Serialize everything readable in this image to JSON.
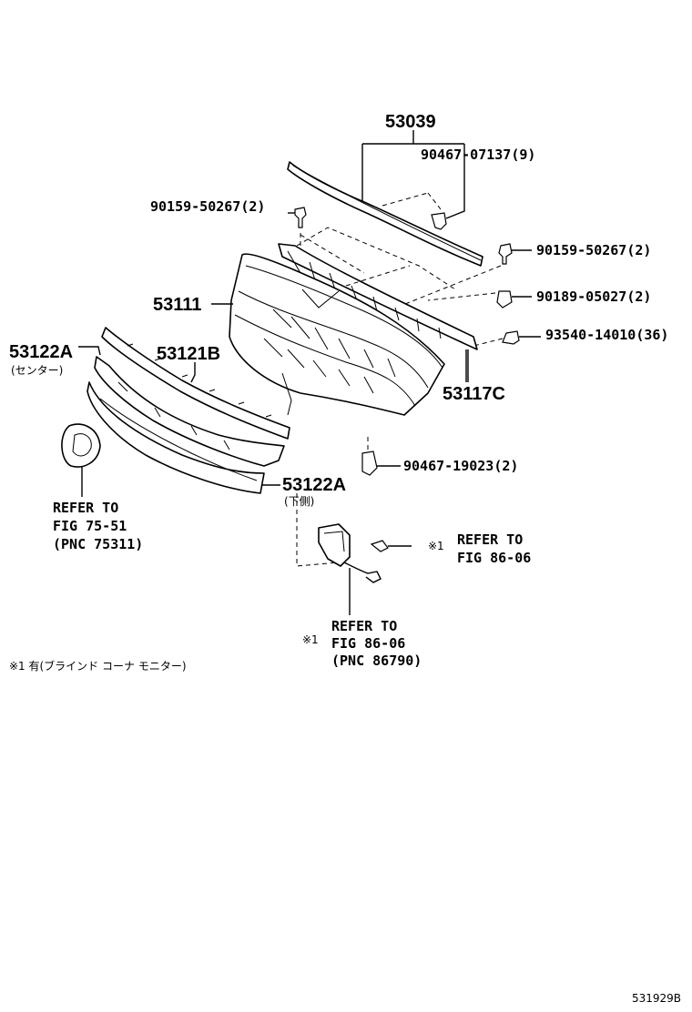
{
  "labels": {
    "p53039": "53039",
    "p90467_07137": "90467-07137(9)",
    "p90159_50267_left": "90159-50267(2)",
    "p90159_50267_right": "90159-50267(2)",
    "p90189_05027": "90189-05027(2)",
    "p93540_14010": "93540-14010(36)",
    "p53111": "53111",
    "p53122A_top": "53122A",
    "center_note": "(センター)",
    "p53121B": "53121B",
    "p53117C": "53117C",
    "p90467_19023": "90467-19023(2)",
    "p53122A_bottom": "53122A",
    "lower_note": "(下側)"
  },
  "references": {
    "emblem": [
      "REFER TO",
      "FIG 75-51",
      "(PNC 75311)"
    ],
    "bolt": [
      "REFER TO",
      "FIG 86-06"
    ],
    "sensor": [
      "REFER TO",
      "FIG 86-06",
      "(PNC 86790)"
    ],
    "mark_bolt": "※1",
    "mark_sensor": "※1"
  },
  "footnote": "※1 有(ブラインド コーナ モニター)",
  "diagram_id": "531929B"
}
